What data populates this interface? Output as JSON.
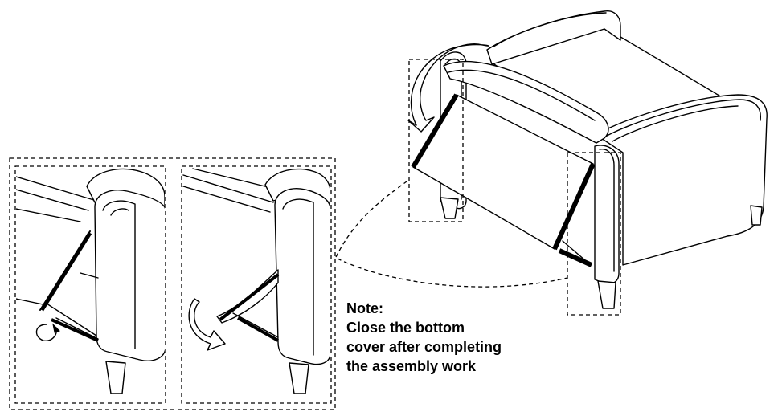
{
  "note": {
    "heading": "Note:",
    "lines": [
      "Close the bottom",
      "cover after completing",
      "the assembly work"
    ]
  },
  "colors": {
    "line": "#000000",
    "background": "#ffffff"
  },
  "icons": [
    "rotate-arrow-icon",
    "curved-arrow-icon"
  ]
}
